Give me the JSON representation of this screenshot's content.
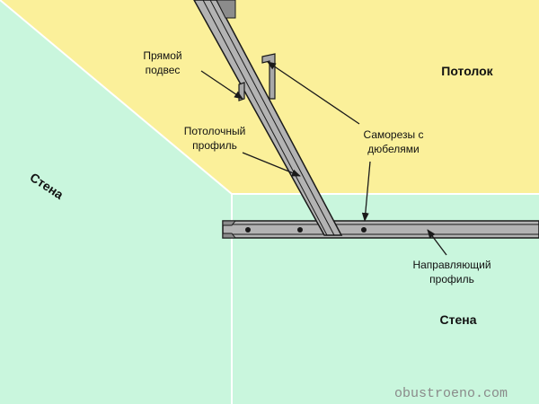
{
  "labels": {
    "ceiling": "Потолок",
    "wall_left": "Стена",
    "wall_right": "Стена",
    "direct_hanger": [
      "Прямой",
      "подвес"
    ],
    "ceiling_profile": [
      "Потолочный",
      "профиль"
    ],
    "screws": [
      "Саморезы с",
      "дюбелями"
    ],
    "guide_profile": [
      "Направляющий",
      "профиль"
    ]
  },
  "watermark": "obustroeno.com",
  "colors": {
    "ceiling": "#FBF09A",
    "wall": "#C9F6DD",
    "profile_fill": "#B3B3B3",
    "profile_shade": "#8C8C8C",
    "outline": "#1A1A1A"
  }
}
